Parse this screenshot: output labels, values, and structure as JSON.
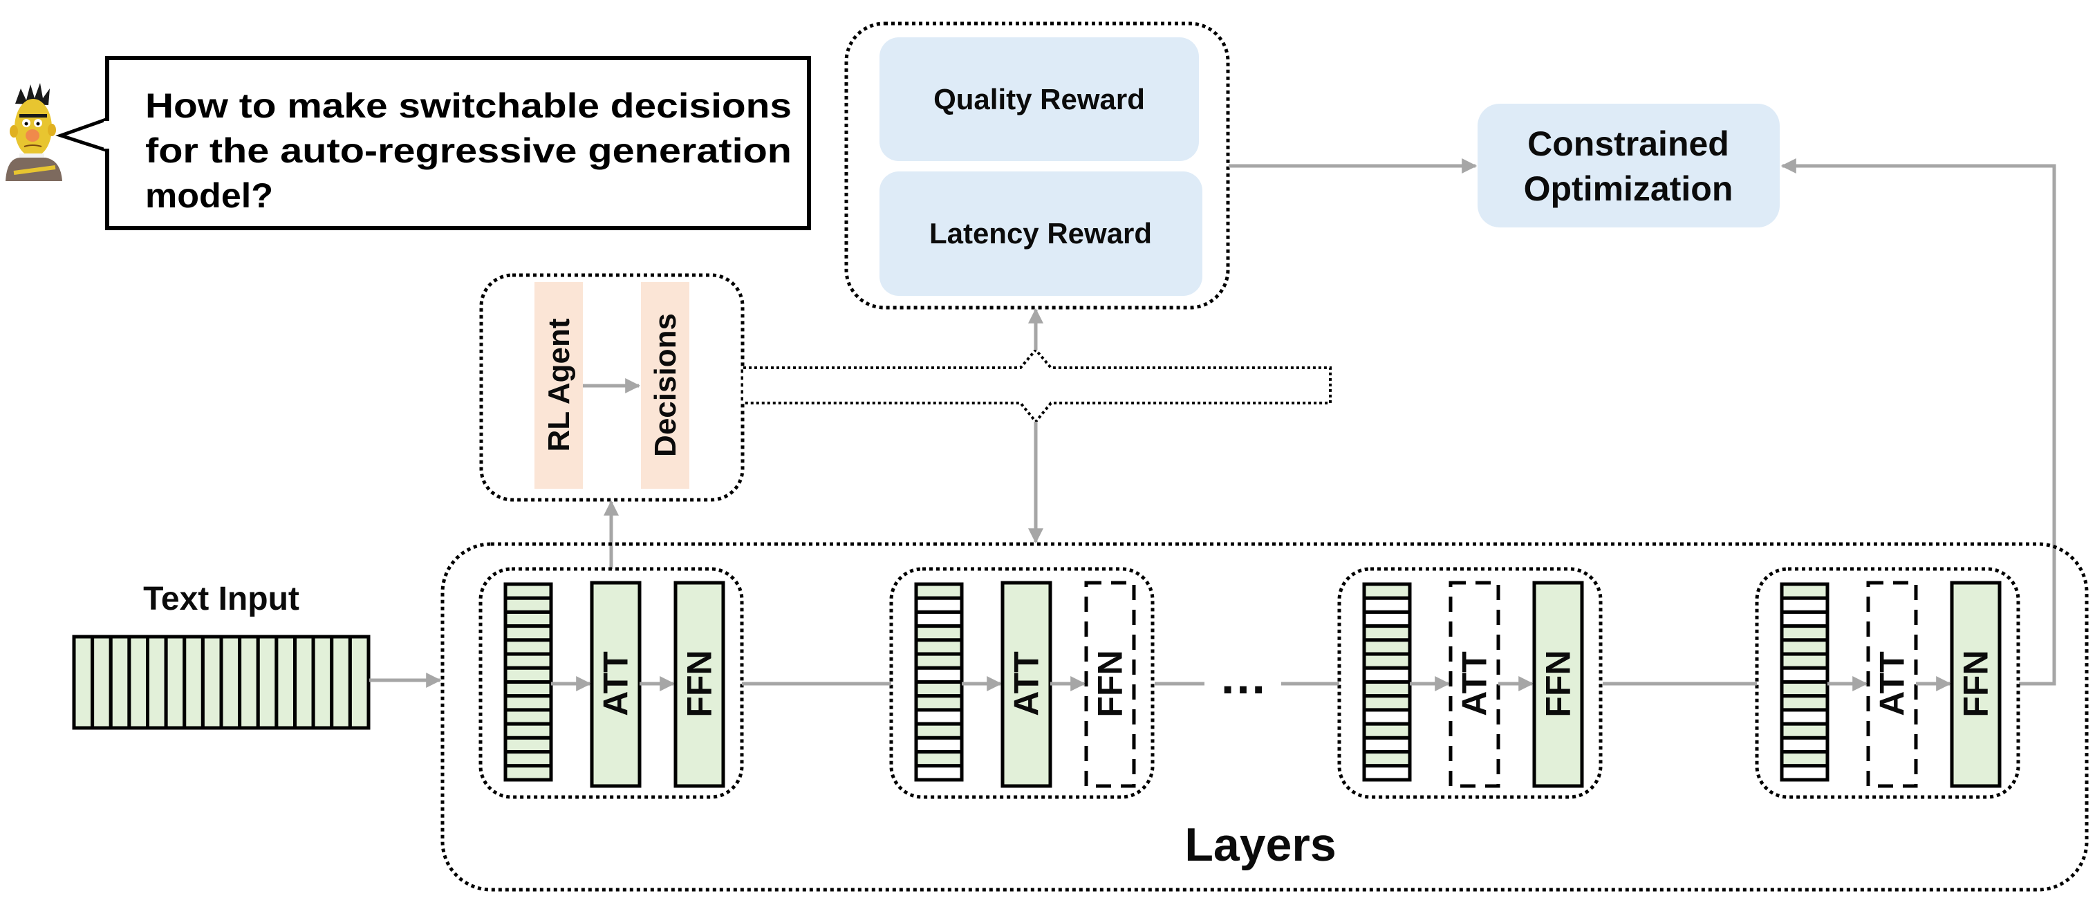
{
  "question": {
    "lines": [
      "How to make switchable decisions",
      "for the auto-regressive generation",
      "model?"
    ],
    "speaker_icon": "cartoon-character-icon"
  },
  "rewards": {
    "quality_label": "Quality Reward",
    "latency_label": "Latency Reward"
  },
  "optimization": {
    "line1": "Constrained",
    "line2": "Optimization"
  },
  "rl": {
    "agent_label": "RL Agent",
    "decisions_label": "Decisions"
  },
  "input": {
    "label": "Text Input",
    "token_count": 16
  },
  "layers": {
    "title": "Layers",
    "ellipsis": "…",
    "blocks": [
      {
        "att_label": "ATT",
        "ffn_label": "FFN",
        "att_active": true,
        "ffn_active": true,
        "token_states": [
          1,
          1,
          1,
          1,
          1,
          1,
          1,
          1,
          1,
          1,
          1,
          1,
          1,
          1
        ]
      },
      {
        "att_label": "ATT",
        "ffn_label": "FFN",
        "att_active": true,
        "ffn_active": false,
        "token_states": [
          1,
          0,
          0,
          1,
          1,
          1,
          0,
          1,
          1,
          0,
          1,
          0,
          1,
          0
        ]
      },
      {
        "att_label": "ATT",
        "ffn_label": "FFN",
        "att_active": false,
        "ffn_active": true,
        "token_states": [
          1,
          0,
          0,
          1,
          1,
          1,
          0,
          1,
          1,
          0,
          1,
          0,
          1,
          0
        ]
      },
      {
        "att_label": "ATT",
        "ffn_label": "FFN",
        "att_active": false,
        "ffn_active": true,
        "token_states": [
          1,
          0,
          0,
          1,
          1,
          1,
          0,
          1,
          1,
          0,
          1,
          0,
          1,
          0
        ]
      }
    ]
  },
  "colors": {
    "reward_fill": "#DEEBF7",
    "rl_fill": "#FBE5D6",
    "active_fill": "#E2F0D9",
    "arrow": "#A6A6A6",
    "border": "#000000"
  }
}
